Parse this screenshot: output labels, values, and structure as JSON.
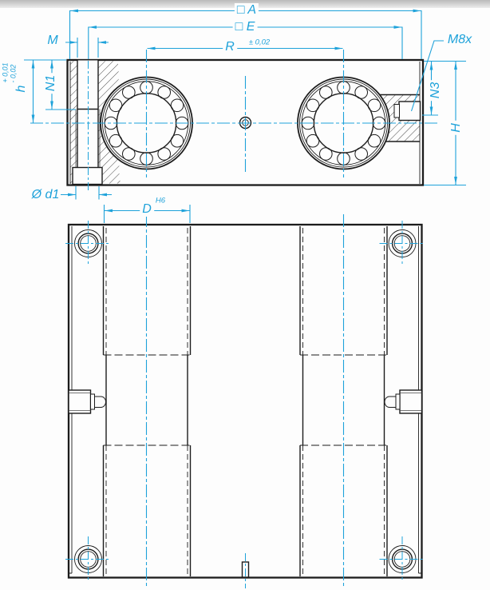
{
  "drawing": {
    "colors": {
      "accent": "#1ea2da",
      "line": "#1c1c1c",
      "background": "#fdfdfd",
      "topbar": "#b9b9b9"
    },
    "dimensions": {
      "a": {
        "symbol": "□",
        "label": "A"
      },
      "e": {
        "symbol": "□",
        "label": "E"
      },
      "r": {
        "label": "R",
        "tolerance": "± 0,02"
      },
      "m": {
        "label": "M"
      },
      "thread": {
        "label": "M8x"
      },
      "n1": {
        "label": "N1"
      },
      "n3": {
        "label": "N3"
      },
      "height": {
        "label": "H"
      },
      "center_height": {
        "label": "h",
        "tol_upper": "+ 0,01",
        "tol_lower": "- 0,02"
      },
      "d1": {
        "label": "Ø d1"
      },
      "bore": {
        "label": "D",
        "fit": "H6"
      }
    }
  }
}
